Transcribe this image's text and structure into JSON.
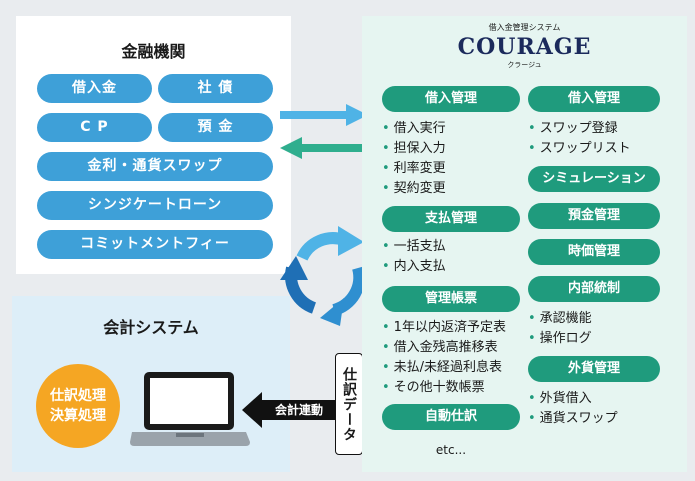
{
  "bank": {
    "title": "金融機関",
    "pills": {
      "borrowing": "借入金",
      "bonds": "社 債",
      "cp": "C P",
      "deposits": "預 金",
      "swap": "金利・通貨スワップ",
      "syndicate": "シンジケートローン",
      "commitment": "コミットメントフィー"
    }
  },
  "accounting": {
    "title": "会計システム",
    "process_line1": "仕訳処理",
    "process_line2": "決算処理",
    "link_label": "会計連動",
    "journal_data": "仕訳データ"
  },
  "courage": {
    "logo_sub": "借入金管理システム",
    "logo": "COURAGE",
    "logo_kana": "クラージュ",
    "left": {
      "borrow_mgmt": "借入管理",
      "borrow_items": [
        "借入実行",
        "担保入力",
        "利率変更",
        "契約変更"
      ],
      "payment_mgmt": "支払管理",
      "payment_items": [
        "一括支払",
        "内入支払"
      ],
      "ledger_mgmt": "管理帳票",
      "ledger_items": [
        "1年以内返済予定表",
        "借入金残高推移表",
        "未払/未経過利息表",
        "その他十数帳票"
      ],
      "auto_journal": "自動仕訳",
      "etc": "etc..."
    },
    "right": {
      "borrow_mgmt": "借入管理",
      "borrow_items": [
        "スワップ登録",
        "スワップリスト"
      ],
      "simulation": "シミュレーション",
      "deposit_mgmt": "預金管理",
      "market_value": "時価管理",
      "internal_control": "内部統制",
      "internal_items": [
        "承認機能",
        "操作ログ"
      ],
      "fx_mgmt": "外貨管理",
      "fx_items": [
        "外貨借入",
        "通貨スワップ"
      ]
    }
  },
  "colors": {
    "blue_pill": "#3ea0d8",
    "green_pill": "#1f9b7d",
    "orange": "#f5a623",
    "arrow_blue": "#4fb3e6",
    "arrow_green": "#2fae8e"
  }
}
